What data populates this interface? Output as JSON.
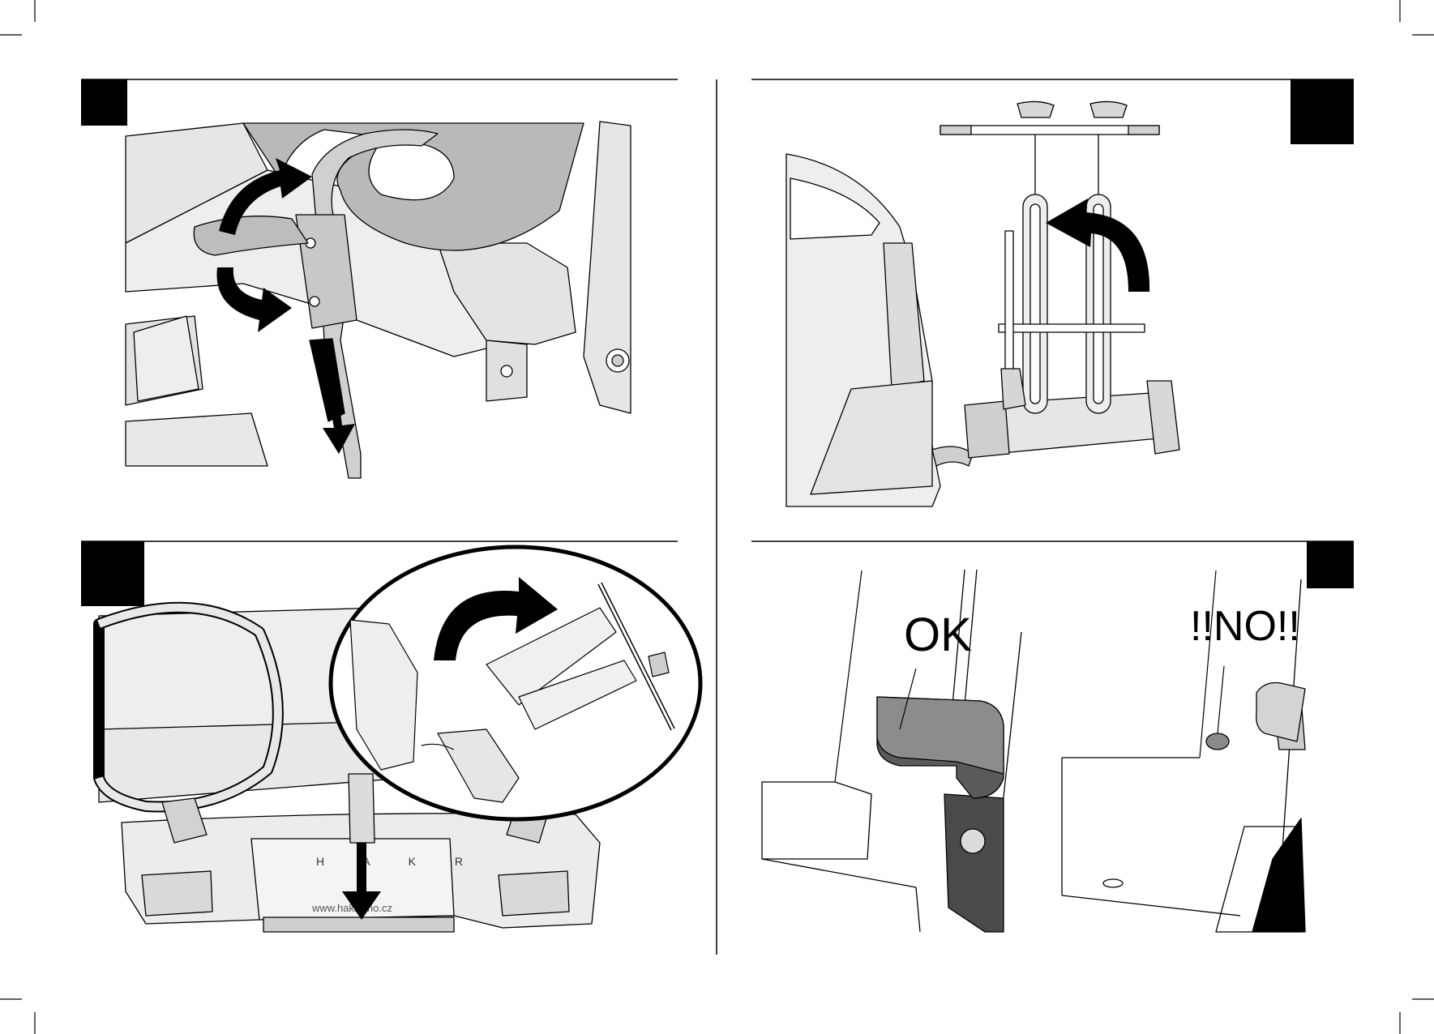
{
  "panels": {
    "top_left": {
      "description_icon": "tighten-strap-illustration"
    },
    "top_right": {
      "description_icon": "tilt-carrier-illustration"
    },
    "bottom_left": {
      "description_icon": "release-lever-illustration",
      "carrier_brand": "H A K R",
      "carrier_url": "www.hakrbrno.cz"
    },
    "bottom_right": {
      "ok_label": "OK",
      "no_label": "!!NO!!"
    }
  },
  "colors": {
    "ink": "#000000",
    "light_gray": "#e8e8e8",
    "mid_gray": "#b8b8b8",
    "dark_gray": "#4a4a4a"
  }
}
